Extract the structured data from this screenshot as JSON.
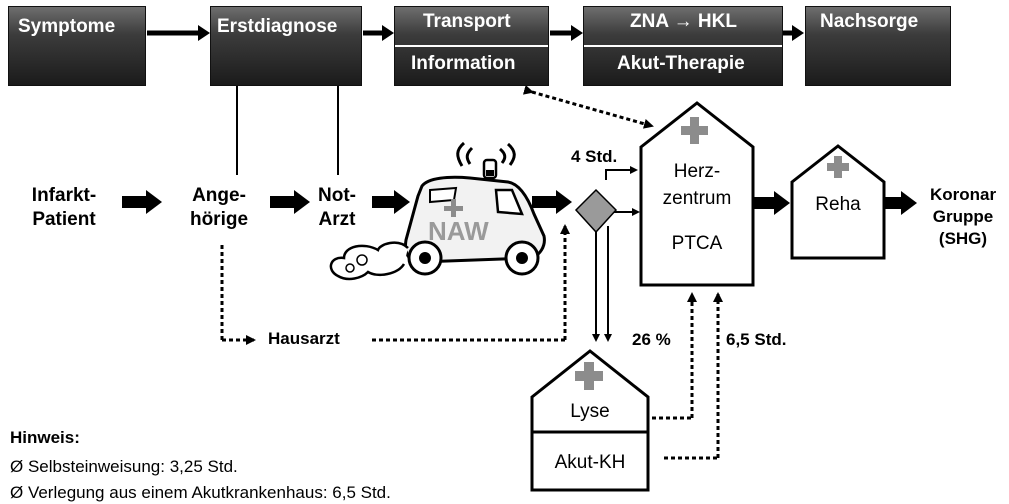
{
  "header": {
    "symptome": "Symptome",
    "erstdiagnose": "Erstdiagnose",
    "transport": "Transport",
    "information": "Information",
    "zna_hkl": "ZNA → HKL",
    "akut_therapie": "Akut-Therapie",
    "nachsorge": "Nachsorge"
  },
  "flow": {
    "patient": [
      "Infarkt-",
      "Patient"
    ],
    "angehoerige": [
      "Ange-",
      "hörige"
    ],
    "notarzt": [
      "Not-",
      "Arzt"
    ],
    "naw": "NAW",
    "hausarzt": "Hausarzt",
    "vier_std": "4 Std.",
    "prozent": "26 %",
    "sechs_std": "6,5 Std.",
    "herzzentrum": [
      "Herz-",
      "zentrum"
    ],
    "ptca": "PTCA",
    "reha": "Reha",
    "koronar": [
      "Koronar",
      "Gruppe",
      "(SHG)"
    ],
    "lyse": "Lyse",
    "akut_kh": "Akut-KH"
  },
  "notes": {
    "title": "Hinweis:",
    "line1": "Ø Selbsteinweisung: 3,25 Std.",
    "line2": "Ø Verlegung aus einem Akutkrankenhaus: 6,5 Std."
  },
  "colors": {
    "box_dark": "#1b1b1b",
    "cross_gray": "#8c8c8c",
    "diamond_gray": "#9a9a9a"
  }
}
